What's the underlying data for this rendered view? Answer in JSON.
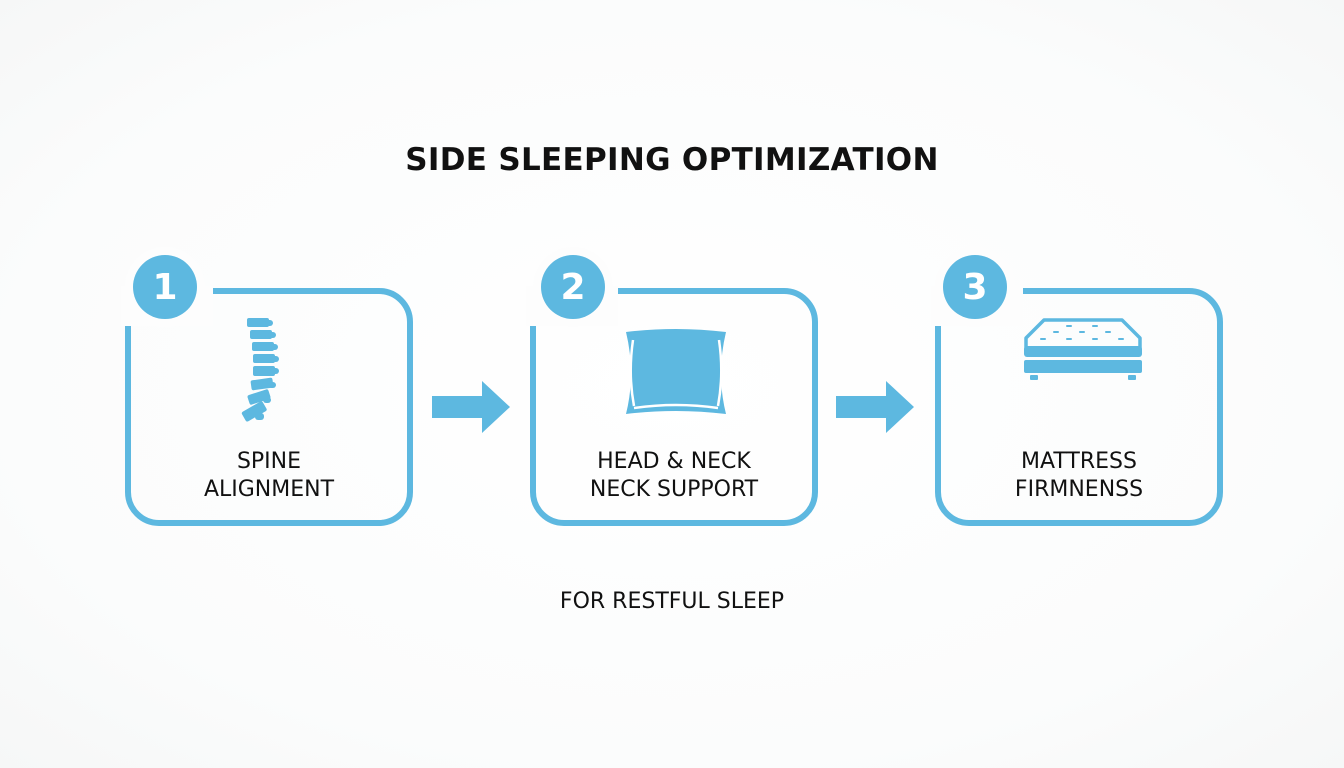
{
  "title": "SIDE SLEEPING OPTIMIZATION",
  "accent_color": "#5db8e0",
  "text_color": "#111111",
  "steps": [
    {
      "number": "1",
      "icon": "spine-icon",
      "label_line1": "SPINE",
      "label_line2": "ALIGNMENT"
    },
    {
      "number": "2",
      "icon": "pillow-icon",
      "label_line1": "HEAD & NECK",
      "label_line2": "NECK SUPPORT"
    },
    {
      "number": "3",
      "icon": "mattress-icon",
      "label_line1": "MATTRESS",
      "label_line2": "FIRMNENSS"
    }
  ],
  "connectors": [
    {
      "icon": "arrow-right-icon"
    },
    {
      "icon": "arrow-right-icon"
    }
  ],
  "subtitle": "FOR RESTFUL SLEEP"
}
